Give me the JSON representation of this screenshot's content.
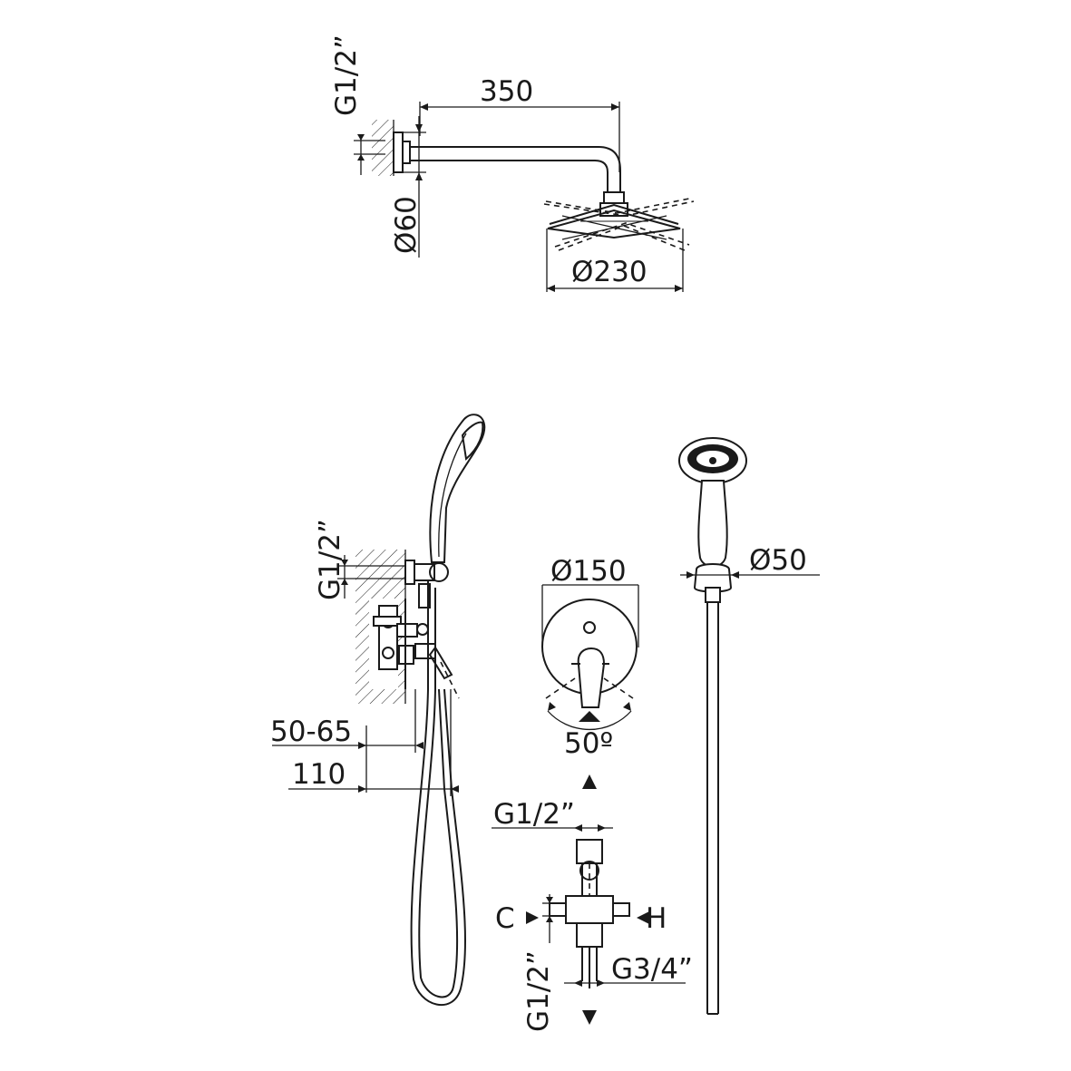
{
  "labels": {
    "top_inlet": "G1/2”",
    "arm_length": "350",
    "flange_diameter": "Ø60",
    "head_diameter": "Ø230",
    "wall_inlet": "G1/2”",
    "depth_range": "50-65",
    "depth_total": "110",
    "plate_diameter": "Ø150",
    "handle_angle": "50º",
    "holder_diameter": "Ø50",
    "valve_top_thread": "G1/2”",
    "cold": "C",
    "hot": "H",
    "valve_bottom_outlet": "G3/4”",
    "valve_side_thread": "G1/2”"
  },
  "colors": {
    "line": "#1a1a1a",
    "background": "#ffffff"
  }
}
